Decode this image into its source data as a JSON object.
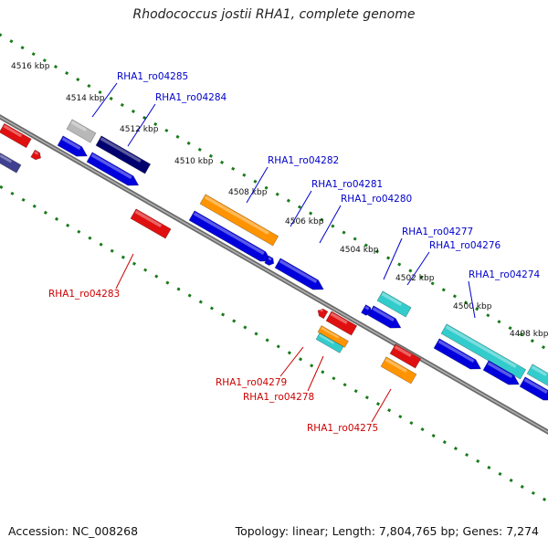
{
  "title": "Rhodococcus jostii RHA1, complete genome",
  "footer": {
    "accession": "Accession: NC_008268",
    "summary": "Topology: linear; Length: 7,804,765 bp; Genes: 7,274"
  },
  "colors": {
    "backbone": "#8a8a8a",
    "dots": "#1a7a1a",
    "label_top": "#0000cc",
    "label_bottom": "#cc0000"
  },
  "kbp_ticks": [
    "4516 kbp",
    "4514 kbp",
    "4512 kbp",
    "4510 kbp",
    "4508 kbp",
    "4506 kbp",
    "4504 kbp",
    "4502 kbp",
    "4500 kbp",
    "4498 kbp"
  ],
  "gene_labels_top": [
    "RHA1_ro04285",
    "RHA1_ro04284",
    "RHA1_ro04282",
    "RHA1_ro04281",
    "RHA1_ro04280",
    "RHA1_ro04277",
    "RHA1_ro04276",
    "RHA1_ro04274"
  ],
  "gene_labels_bottom": [
    "RHA1_ro04283",
    "RHA1_ro04279",
    "RHA1_ro04278",
    "RHA1_ro04275"
  ]
}
